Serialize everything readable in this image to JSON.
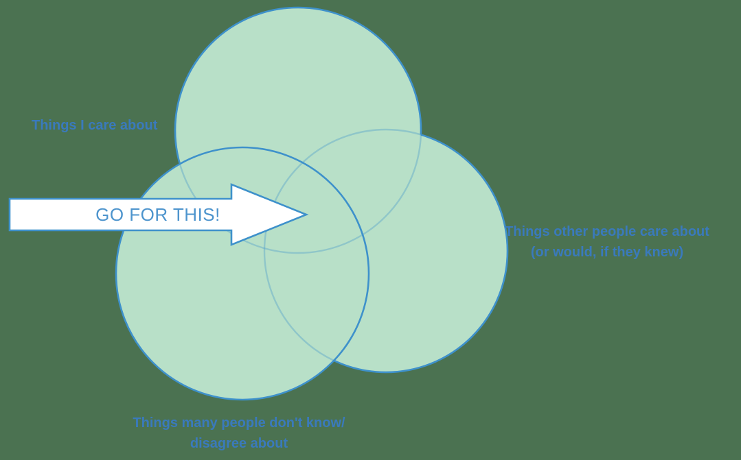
{
  "diagram": {
    "type": "venn",
    "labels": {
      "top_left": "Things I care about",
      "right_line1": "Things other people care about",
      "right_line2": "(or would, if they knew)",
      "bottom_line1": "Things many people don't know/",
      "bottom_line2": "disagree about"
    },
    "arrow": {
      "label": "GO FOR THIS!"
    },
    "colors": {
      "background": "#4b7251",
      "circle_fill": "#b8e0c8",
      "circle_stroke": "#3e91cb",
      "arrow_fill": "#ffffff",
      "arrow_stroke": "#3e91cb",
      "label_color": "#3a7abc",
      "arrow_label_color": "#4d94cd"
    }
  }
}
